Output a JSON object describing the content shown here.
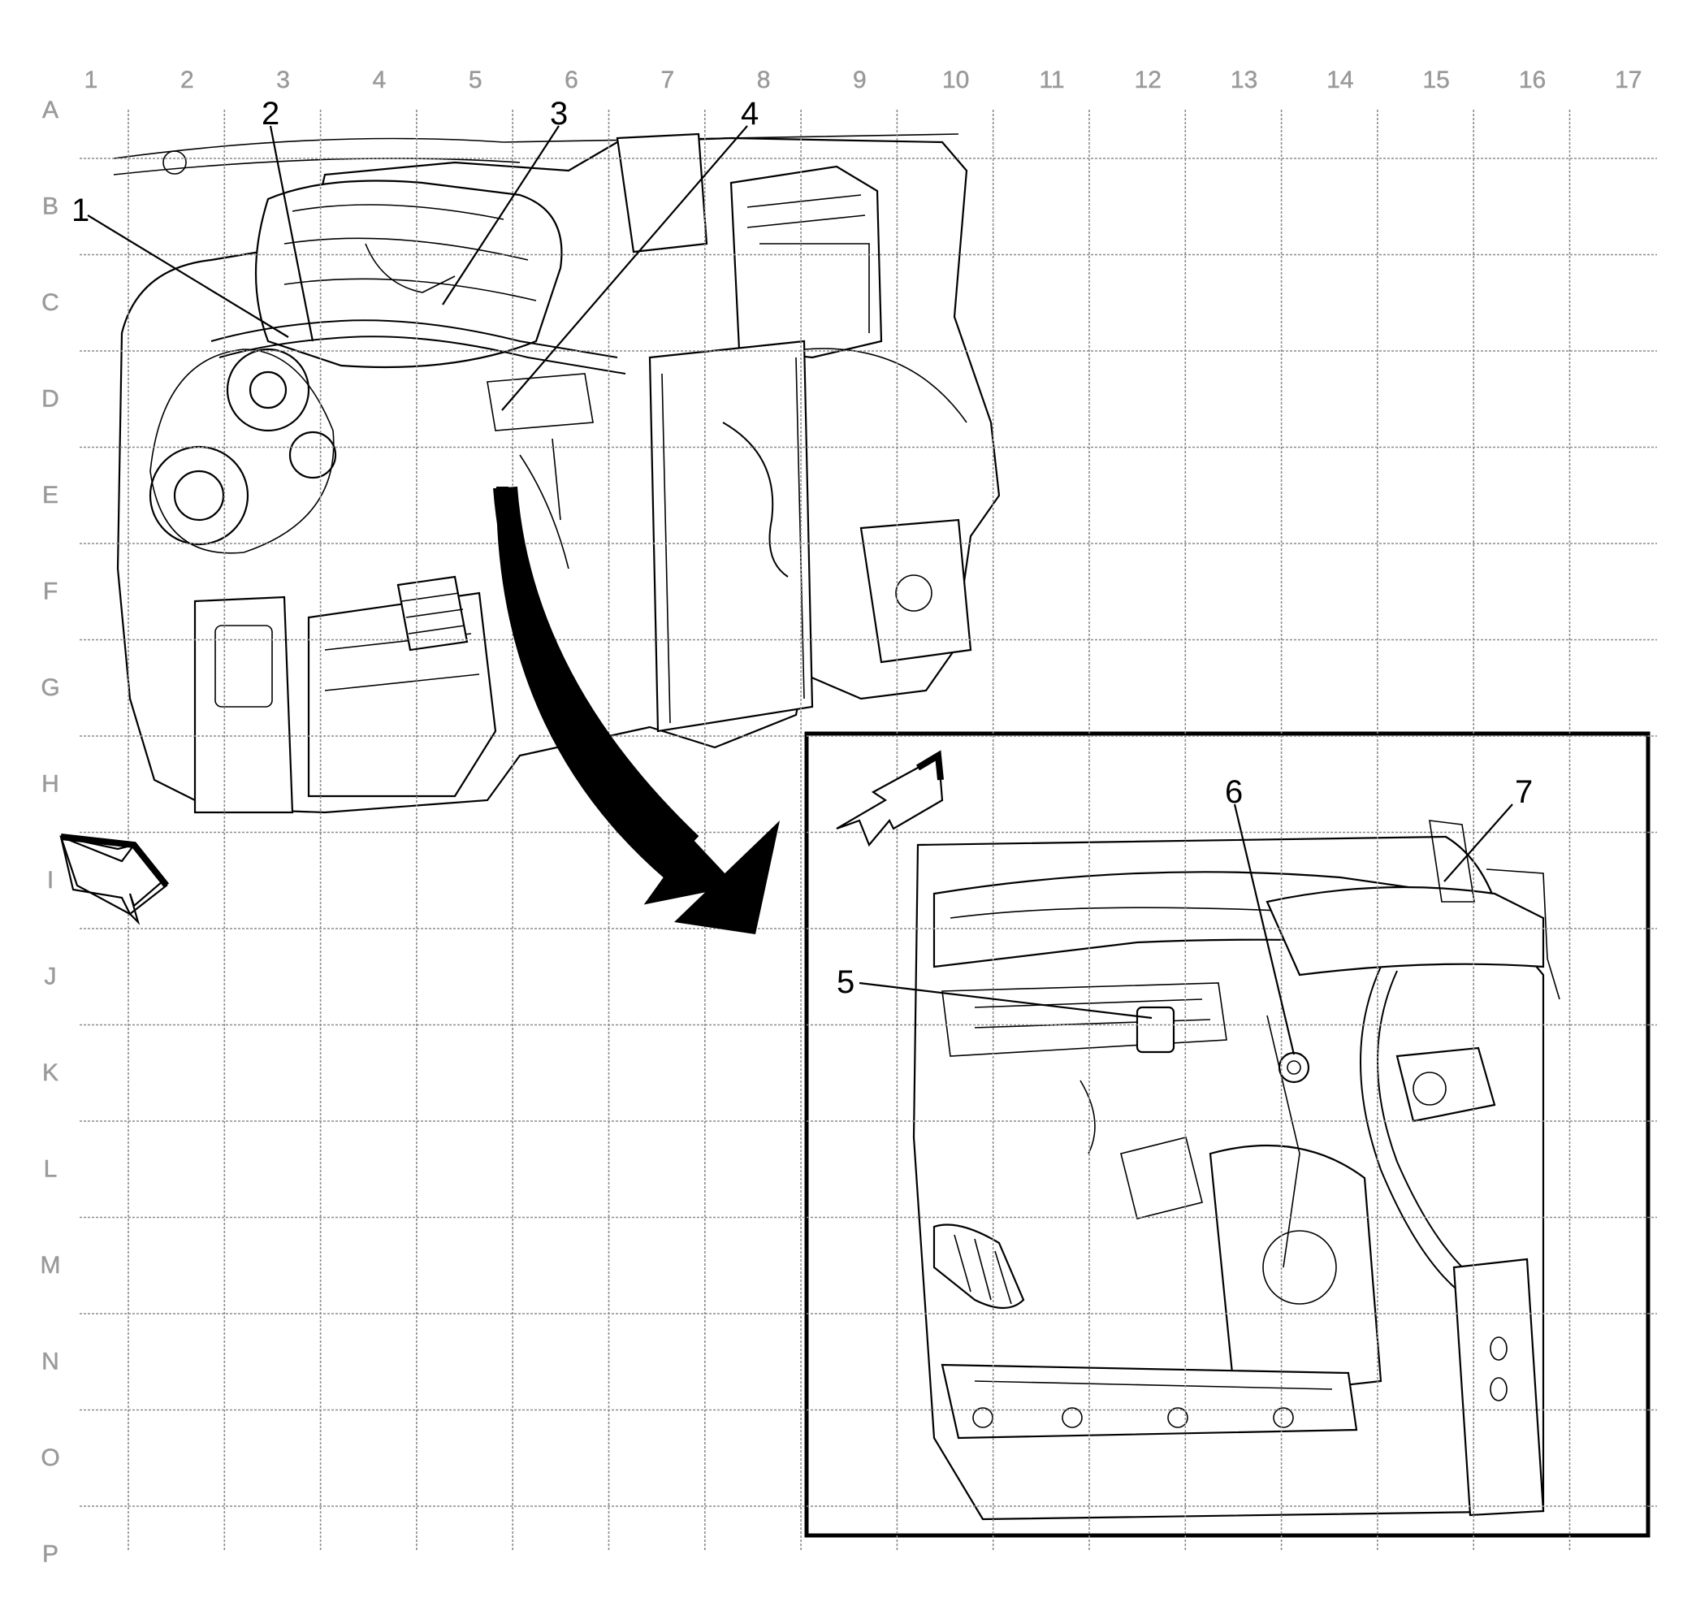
{
  "grid": {
    "columns": [
      "1",
      "2",
      "3",
      "4",
      "5",
      "6",
      "7",
      "8",
      "9",
      "10",
      "11",
      "12",
      "13",
      "14",
      "15",
      "16",
      "17"
    ],
    "rows": [
      "A",
      "B",
      "C",
      "D",
      "E",
      "F",
      "G",
      "H",
      "I",
      "J",
      "K",
      "L",
      "M",
      "N",
      "O",
      "P"
    ]
  },
  "callouts": [
    {
      "id": "1",
      "label": "1"
    },
    {
      "id": "2",
      "label": "2"
    },
    {
      "id": "3",
      "label": "3"
    },
    {
      "id": "4",
      "label": "4"
    },
    {
      "id": "5",
      "label": "5"
    },
    {
      "id": "6",
      "label": "6"
    },
    {
      "id": "7",
      "label": "7"
    }
  ],
  "icons": {
    "view_arrow_main": "front-direction-arrow-icon",
    "view_arrow_detail": "front-direction-arrow-icon",
    "transition_arrow": "curved-arrow-icon"
  },
  "colors": {
    "line": "#000000",
    "grid": "#8c8c8c",
    "grid_label": "#9a9a9a",
    "background": "#ffffff"
  }
}
